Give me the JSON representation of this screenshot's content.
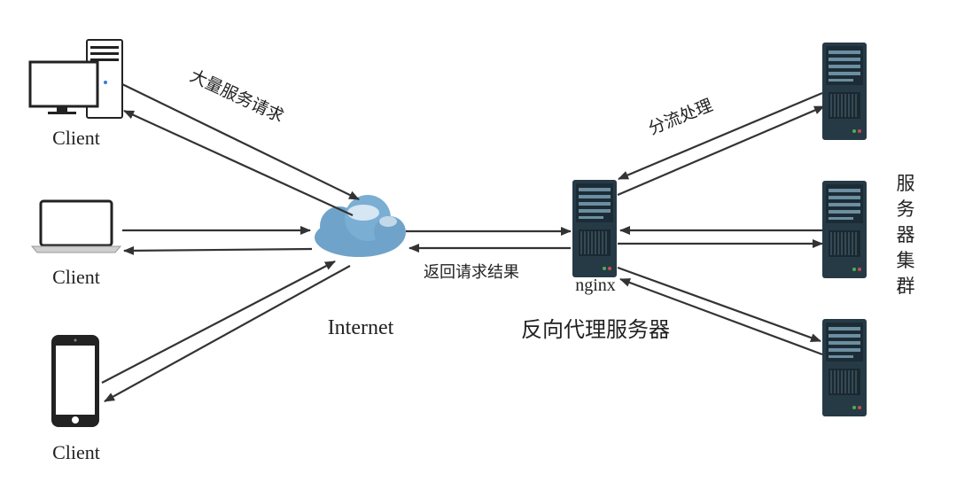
{
  "clients": [
    {
      "label": "Client",
      "icon": "desktop-computer-icon"
    },
    {
      "label": "Client",
      "icon": "laptop-icon"
    },
    {
      "label": "Client",
      "icon": "smartphone-icon"
    }
  ],
  "internet": {
    "label": "Internet",
    "icon": "cloud-icon"
  },
  "proxy": {
    "name": "nginx",
    "title": "反向代理服务器",
    "icon": "server-icon"
  },
  "server_cluster": {
    "label_chars": [
      "服",
      "务",
      "器",
      "集",
      "群"
    ],
    "server_count": 3
  },
  "flows": {
    "requests": "大量服务请求",
    "distribution": "分流处理",
    "return": "返回请求结果"
  },
  "colors": {
    "arrow": "#333333",
    "cloud": "#6fa3c9",
    "server_body": "#263a46",
    "server_panel": "#6c8ea0",
    "device_outline": "#222222"
  }
}
